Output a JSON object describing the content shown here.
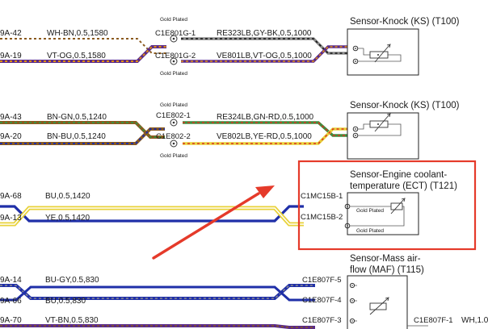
{
  "colors": {
    "white": "#ffffff",
    "brown": "#8a5a1e",
    "violet": "#5a2a8a",
    "orange": "#e2900e",
    "grey": "#8c8c8c",
    "black": "#111111",
    "green": "#3e8e3e",
    "blue": "#1f2fa8",
    "yellow": "#e8d23a",
    "red": "#d9321f",
    "highlight": "#e53a2a"
  },
  "sections": [
    {
      "wires": [
        {
          "left_pin": "9A-42",
          "spec": "WH-BN,0.5,1580",
          "connector": "C1E801G-1",
          "right_spec": "RE323LB,GY-BK,0.5,1000"
        },
        {
          "left_pin": "9A-19",
          "spec": "VT-OG,0.5,1580",
          "connector": "C1E801G-2",
          "right_spec": "VE801LB,VT-OG,0.5,1000"
        }
      ],
      "gold_top": "Gold Plated",
      "gold_bottom": "Gold Plated",
      "sensor_title": "Sensor-Knock (KS) (T100)"
    },
    {
      "wires": [
        {
          "left_pin": "9A-43",
          "spec": "BN-GN,0.5,1240",
          "connector": "C1E802-1",
          "right_spec": "RE324LB,GN-RD,0.5,1000"
        },
        {
          "left_pin": "9A-20",
          "spec": "BN-BU,0.5,1240",
          "connector": "C1E802-2",
          "right_spec": "VE802LB,YE-RD,0.5,1000"
        }
      ],
      "gold_top": "Gold Plated",
      "gold_bottom": "Gold Plated",
      "sensor_title": "Sensor-Knock (KS) (T100)"
    },
    {
      "wires": [
        {
          "left_pin": "9A-68",
          "spec": "BU,0.5,1420",
          "connector": "C1MC15B-1"
        },
        {
          "left_pin": "9A-13",
          "spec": "YE,0.5,1420",
          "connector": "C1MC15B-2"
        }
      ],
      "sensor_title_line1": "Sensor-Engine coolant-",
      "sensor_title_line2": "temperature (ECT) (T121)",
      "inner_label_1": "Gold Plated",
      "inner_label_2": "Gold Plated"
    },
    {
      "wires": [
        {
          "left_pin": "9A-14",
          "spec": "BU-GY,0.5,830",
          "connector": "C1E807F-5"
        },
        {
          "left_pin": "9A-66",
          "spec": "BU,0.5,830",
          "connector": "C1E807F-4"
        },
        {
          "left_pin": "9A-70",
          "spec": "VT-BN,0.5,830",
          "connector": "C1E807F-3"
        }
      ],
      "sensor_title_line1": "Sensor-Mass air-",
      "sensor_title_line2": "flow (MAF) (T115)",
      "extra_connector": "C1E807F-1",
      "extra_spec": "WH,1.0"
    }
  ]
}
